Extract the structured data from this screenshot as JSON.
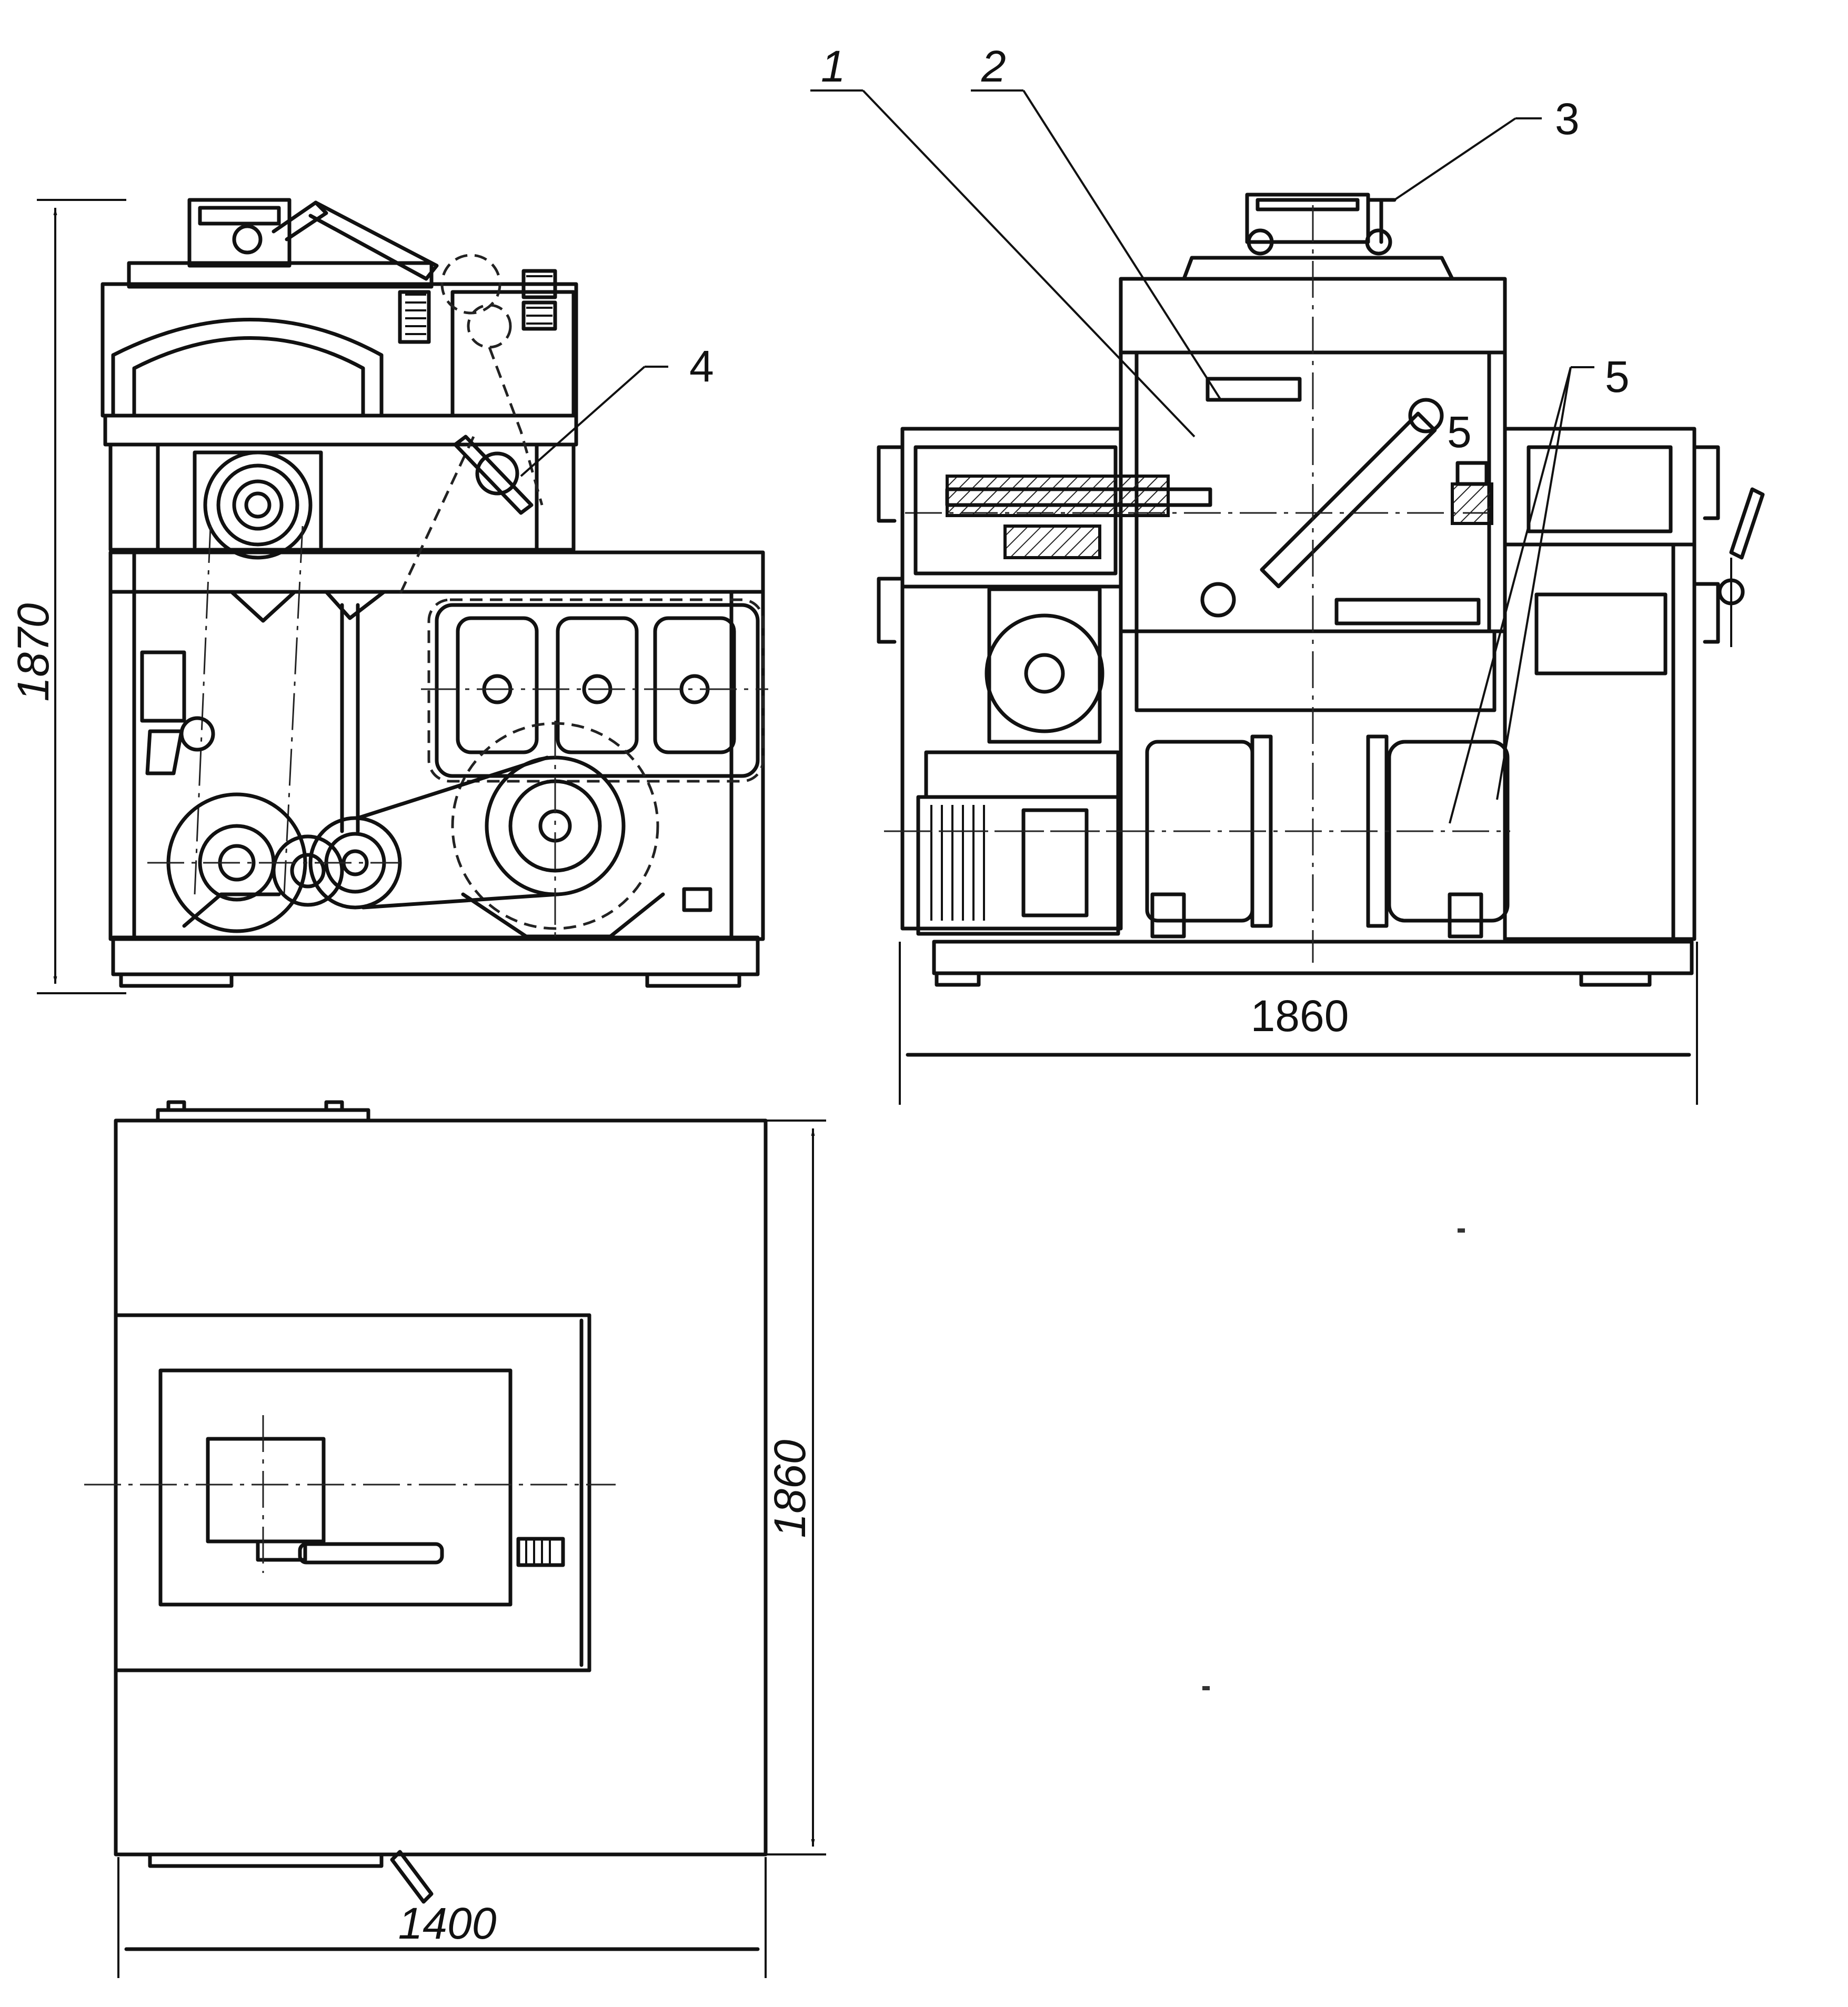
{
  "callouts": {
    "c1": "1",
    "c2": "2",
    "c3": "3",
    "c4": "4",
    "c5": "5",
    "c5b": "5"
  },
  "dimensions": {
    "height_side": "1870",
    "length_front": "1860",
    "depth_plan": "1860",
    "width_plan": "1400"
  }
}
